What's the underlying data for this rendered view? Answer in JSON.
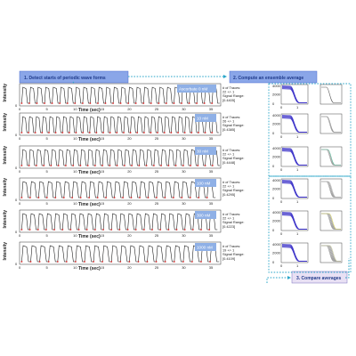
{
  "steps": {
    "detect": "1. Detect starts of periodic wave forms",
    "ensemble": "2. Compute an ensemble average",
    "compare": "3. Compare averages"
  },
  "axes": {
    "ylabel": "Intensity",
    "xlabel": "Time (sec)",
    "ens_yticks": [
      "4000",
      "2000",
      "0"
    ],
    "ens_xticks": [
      "0",
      "1"
    ]
  },
  "rows": [
    {
      "condition": "Ascorbate 0 nM",
      "traces_label": "# of Traces:",
      "traces_value": "22 +/- 1",
      "range_label": "Signal Range:",
      "range_value": "[0.4405]"
    },
    {
      "condition": "10 nM",
      "traces_label": "# of Traces:",
      "traces_value": "26 +/- 1",
      "range_label": "Signal Range:",
      "range_value": "[0.4385]"
    },
    {
      "condition": "30 nM",
      "traces_label": "# of Traces:",
      "traces_value": "22 +/- 1",
      "range_label": "Signal Range:",
      "range_value": "[0.4448]"
    },
    {
      "condition": "100 nM",
      "traces_label": "# of Traces:",
      "traces_value": "22 +/- 1",
      "range_label": "Signal Range:",
      "range_value": "[0.4295]"
    },
    {
      "condition": "300 nM",
      "traces_label": "# of Traces:",
      "traces_value": "22 +/- 1",
      "range_label": "Signal Range:",
      "range_value": "[0.4223]"
    },
    {
      "condition": "1000 nM",
      "traces_label": "# of Traces:",
      "traces_value": "19 +/- 1",
      "range_label": "Signal Range:",
      "range_value": "[0.4109]"
    }
  ],
  "time_ticks": [
    "0",
    "5",
    "10",
    "15",
    "20",
    "25",
    "30",
    "35"
  ],
  "colors": {
    "trace": "#111111",
    "onset": "#d62020",
    "ensemble": "#3b32c8",
    "arrow": "#2aa6c9",
    "step_box": "#8aa6e8",
    "cond_box": "#8fb0e6",
    "compare_colors": [
      "#555555",
      "#8a8a8a",
      "#5fb89a",
      "#b9b9b9",
      "#d8d66a",
      "#c8c9a0"
    ]
  }
}
